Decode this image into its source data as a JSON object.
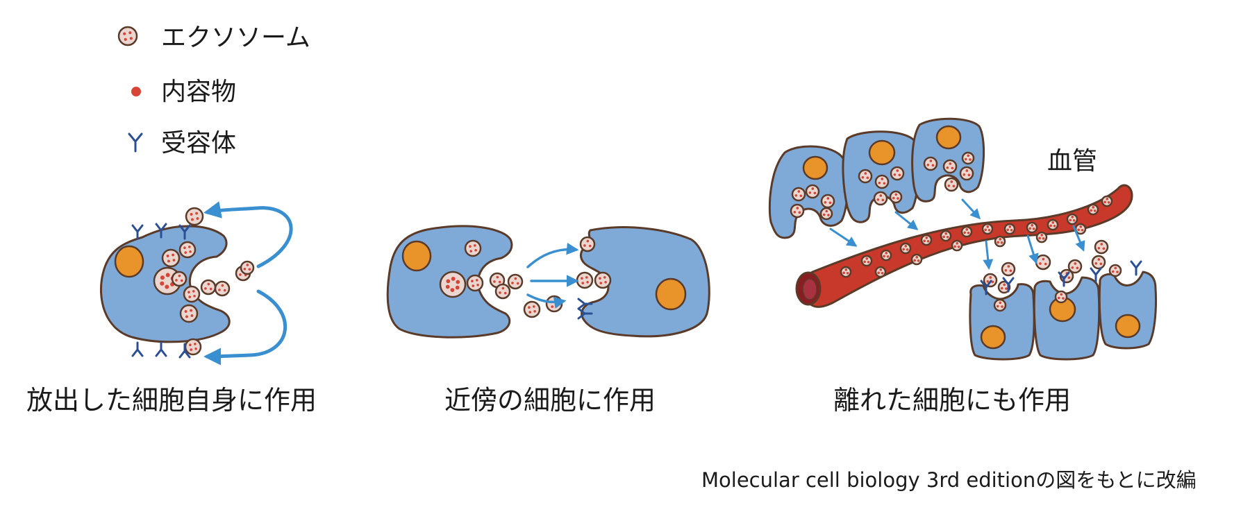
{
  "legend": {
    "items": [
      {
        "icon": "exosome-icon",
        "label": "エクソソーム"
      },
      {
        "icon": "content-dot-icon",
        "label": "内容物"
      },
      {
        "icon": "receptor-icon",
        "label": "受容体"
      }
    ]
  },
  "panels": [
    {
      "caption": "放出した細胞自身に作用"
    },
    {
      "caption": "近傍の細胞に作用"
    },
    {
      "caption": "離れた細胞にも作用"
    }
  ],
  "vessel_label": "血管",
  "source_note": "Molecular cell biology 3rd editionの図をもとに改編",
  "colors": {
    "cell": "#7fa9d6",
    "nucleus": "#e8942a",
    "exosome": "#ecd6d0",
    "content": "#d64535",
    "receptor": "#2a4f94",
    "arrow": "#3a8fd1",
    "vessel": "#c8392b",
    "outline": "#5a3a28"
  }
}
